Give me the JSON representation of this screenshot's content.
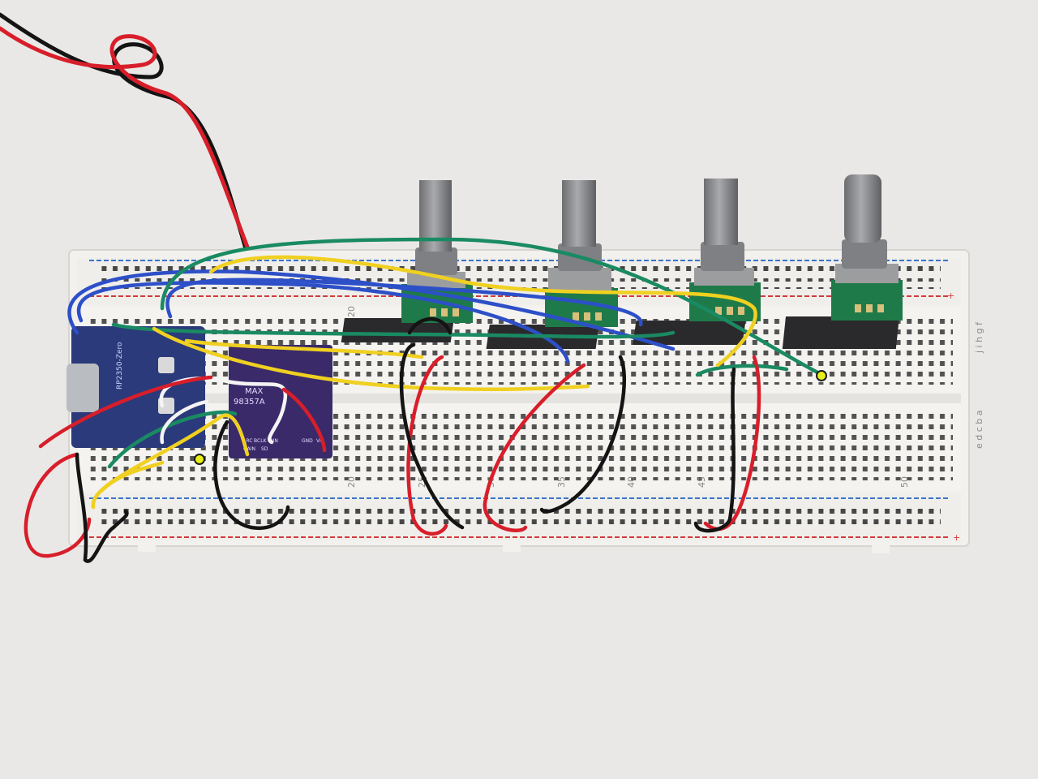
{
  "photo": {
    "board_labels": {
      "row_numbers": [
        "20",
        "20",
        "25",
        "30",
        "35",
        "40",
        "45",
        "50"
      ],
      "row_letters_top": "j i h g f",
      "row_letters_bottom": "e d c b a",
      "rail_sign_top_plus": "+",
      "rail_sign_bottom_plus": "+"
    },
    "microcontroller": {
      "silk_label": "RP2350-Zero"
    },
    "amplifier": {
      "silk_line1": "MAX",
      "silk_line2": "98357A",
      "pin_labels": [
        "LRC",
        "BCLK",
        "DIN",
        "GAIN",
        "SD",
        "GND",
        "Vin"
      ]
    },
    "encoders": [
      {
        "name": "encoder-1"
      },
      {
        "name": "encoder-2"
      },
      {
        "name": "encoder-3"
      },
      {
        "name": "encoder-4"
      }
    ],
    "markers": [
      {
        "name": "yellow-marker-left"
      },
      {
        "name": "yellow-marker-right"
      }
    ],
    "colors": {
      "background": "#e9e8e6",
      "breadboard": "#f2f1ee",
      "rail_red": "#d23a3a",
      "rail_blue": "#3a74c8",
      "wire_red": "#d81e2a",
      "wire_black": "#141414",
      "wire_green": "#1a8a63",
      "wire_yellow": "#f0d020",
      "wire_blue": "#2d4fc8",
      "wire_white": "#f4f4f4",
      "pcb_blue": "#2b3a7a",
      "pcb_purple": "#3a2a6a",
      "pcb_green": "#1f7a4a",
      "marker_yellow": "#e8ef18"
    }
  }
}
